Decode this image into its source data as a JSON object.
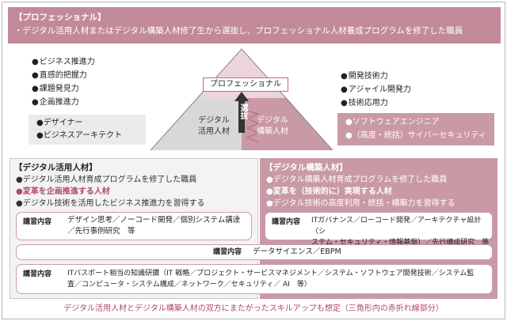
{
  "pro_banner": {
    "title": "【プロフェッショナル】",
    "desc": "・デジタル活用人材またはデジタル構築人材修了生から選抜し、プロフェッショナル人材養成プログラムを修了した職員"
  },
  "left_skills": [
    "ビジネス推進力",
    "直感的把握力",
    "課題発見力",
    "企画推進力"
  ],
  "right_skills": [
    "開発技術力",
    "アジャイル開発力",
    "技術応用力"
  ],
  "left_roles": [
    "デザイナー",
    "ビジネスアーキテクト"
  ],
  "right_roles": [
    "ソフトウェアエンジニア",
    "（高度・統括）サイバーセキュリティ"
  ],
  "pyramid": {
    "top_label": "プロフェッショナル",
    "senbatsu": "選抜",
    "left_line1": "デジタル",
    "left_line2": "活用人材",
    "right_line1": "デジタル",
    "right_line2": "構築人材"
  },
  "left_panel": {
    "heading": "【デジタル活用人材】",
    "items": [
      "デジタル活用人材育成プログラムを修了した職員",
      "変革を企画推進する人材",
      "デジタル技術を活用したビジネス推進力を習得する"
    ],
    "course_tag": "講習内容",
    "course_line1": "デザイン思考／ノーコード開発／個別システム講達",
    "course_line2": "／先行事例研究　等"
  },
  "right_panel": {
    "heading": "【デジタル構築人材】",
    "items": [
      "デジタル構築人材育成プログラムを修了した職員",
      "変革を（技術的に）実現する人材",
      "デジタル技術の高度利用・統括・構築力を習得する"
    ],
    "course_tag": "講習内容",
    "course_line1": "ITガバナンス／ローコード開発／アーキテクチャ設計（シ",
    "course_line2": "ステム・セキュリティ・情報基盤）／先行構成研究　等"
  },
  "shared_course": {
    "tag": "講習内容",
    "text": "データサイエンス／EBPM"
  },
  "common_course": {
    "tag": "講習内容",
    "line1": "ITパスポート相当の知識研鑽（IT 戦略／プロジェクト・サービスマネジメント／システム・ソフトウェア開発技術／システム監",
    "line2": "査／コンピュータ・システム構成／ネットワーク／セキュリティ／ AI　等）"
  },
  "footer": "デジタル活用人材とデジタル構築人材の双方にまたがったスキルアップも想定（三角形内の赤折れ線部分）",
  "colors": {
    "accent": "#c28a98",
    "pink_panel": "#c99aa6",
    "highlight": "#b04a68"
  }
}
